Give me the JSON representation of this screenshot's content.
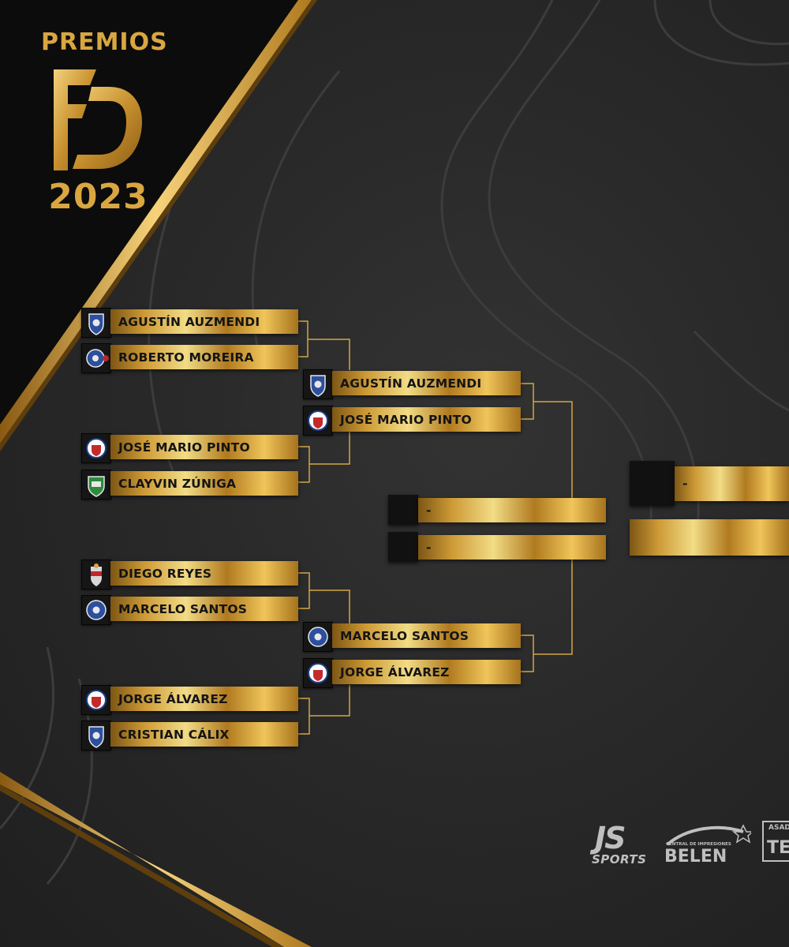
{
  "header": {
    "title_top": "PREMIOS",
    "monogram": "FD",
    "year": "2023"
  },
  "bracket": {
    "round1": [
      {
        "player": "AGUSTÍN AUZMENDI",
        "crest": "motagua-crest-icon"
      },
      {
        "player": "ROBERTO MOREIRA",
        "crest": "motagua-crest-icon"
      },
      {
        "player": "JOSÉ MARIO PINTO",
        "crest": "olimpia-crest-icon"
      },
      {
        "player": "CLAYVIN ZÚNIGA",
        "crest": "marathon-crest-icon"
      },
      {
        "player": "DIEGO REYES",
        "crest": "real-espana-crest-icon"
      },
      {
        "player": "MARCELO SANTOS",
        "crest": "motagua-crest-icon"
      },
      {
        "player": "JORGE ÁLVAREZ",
        "crest": "olimpia-crest-icon"
      },
      {
        "player": "CRISTIAN CÁLIX",
        "crest": "motagua-crest-icon"
      }
    ],
    "semis": [
      {
        "player": "AGUSTÍN AUZMENDI",
        "crest": "motagua-crest-icon"
      },
      {
        "player": "JOSÉ MARIO PINTO",
        "crest": "olimpia-crest-icon"
      },
      {
        "player": "MARCELO SANTOS",
        "crest": "motagua-crest-icon"
      },
      {
        "player": "JORGE ÁLVAREZ",
        "crest": "olimpia-crest-icon"
      }
    ],
    "final": [
      "-",
      "-"
    ],
    "champion": [
      "-",
      ""
    ]
  },
  "sponsors": {
    "js_top": "JS",
    "js_bottom": "SPORTS",
    "belen_small": "CENTRAL DE IMPRESIONES",
    "belen": "BELEN",
    "third_small": "ASAD",
    "third": "TE"
  },
  "colors": {
    "gold": "#d9a640",
    "background": "#262626",
    "box_dark": "#111111"
  }
}
